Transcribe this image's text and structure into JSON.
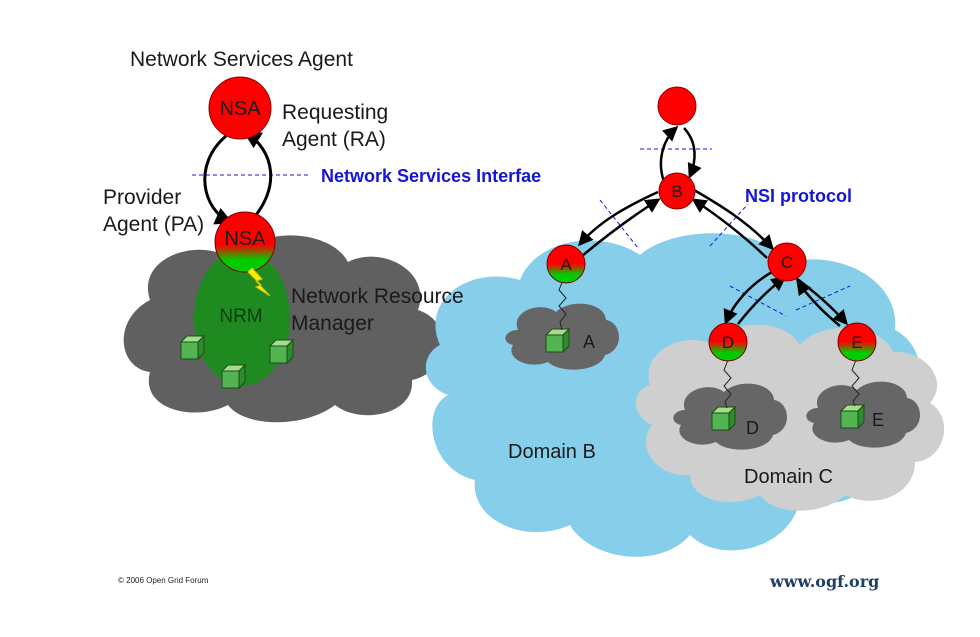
{
  "left": {
    "title": "Network Services Agent",
    "top_node_label": "NSA",
    "requesting_agent_label_line1": "Requesting",
    "requesting_agent_label_line2": "Agent (RA)",
    "interface_label": "Network Services Interfae",
    "provider_agent_label_line1": "Provider",
    "provider_agent_label_line2": "Agent (PA)",
    "provider_node_label": "NSA",
    "nrm_label": "NRM",
    "nrm_desc_line1": "Network Resource",
    "nrm_desc_line2": "Manager"
  },
  "right": {
    "protocol_label": "NSI protocol",
    "nodes": {
      "b": "B",
      "a": "A",
      "c": "C",
      "d": "D",
      "e": "E"
    },
    "resources": {
      "a": "A",
      "d": "D",
      "e": "E"
    },
    "domain_b_label": "Domain B",
    "domain_c_label": "Domain C"
  },
  "footer": {
    "copyright": "© 2006 Open Grid Forum",
    "website": "www.ogf.org"
  },
  "colors": {
    "node_red": "#ff0000",
    "node_green": "#00cc00",
    "nrm_green": "#1f8a1f",
    "cloud_gray": "#5f5f5f",
    "cloud_blue": "#87ceeb",
    "cloud_light_gray": "#cfcfcf",
    "interface_blue": "#1515d6"
  }
}
